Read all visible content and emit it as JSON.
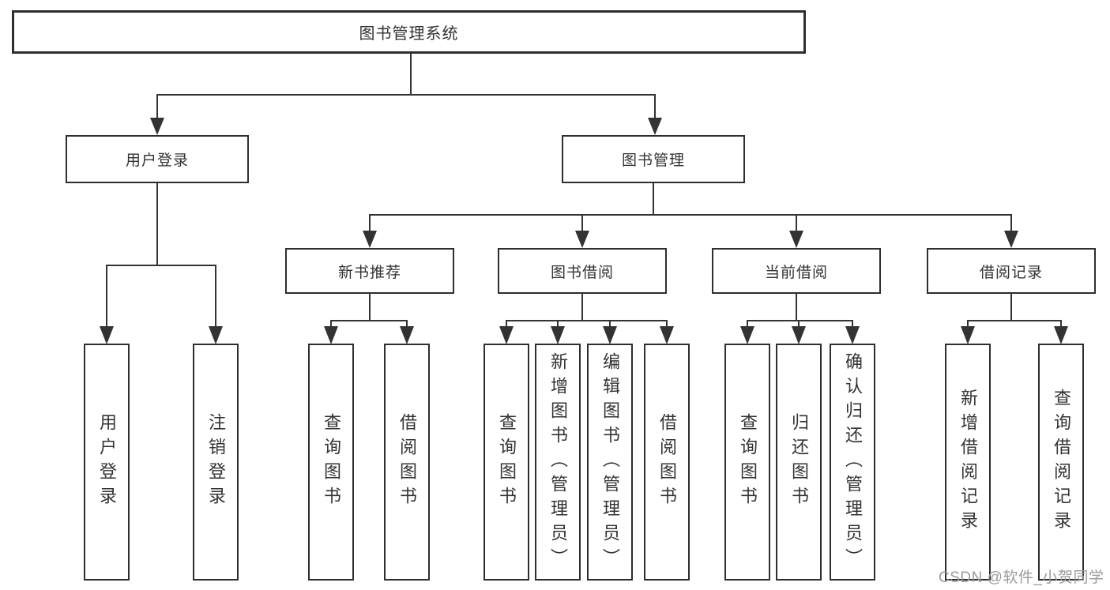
{
  "diagram": {
    "root_label": "图书管理系统",
    "branches": [
      {
        "label": "用户登录",
        "children": [
          {
            "label": "用户登录"
          },
          {
            "label": "注销登录"
          }
        ]
      },
      {
        "label": "图书管理",
        "sections": [
          {
            "label": "新书推荐",
            "children": [
              {
                "label": "查询图书"
              },
              {
                "label": "借阅图书"
              }
            ]
          },
          {
            "label": "图书借阅",
            "children": [
              {
                "label": "查询图书"
              },
              {
                "label": "新增图书（管理员）"
              },
              {
                "label": "编辑图书（管理员）"
              },
              {
                "label": "借阅图书"
              }
            ]
          },
          {
            "label": "当前借阅",
            "children": [
              {
                "label": "查询图书"
              },
              {
                "label": "归还图书"
              },
              {
                "label": "确认归还（管理员）"
              }
            ]
          },
          {
            "label": "借阅记录",
            "children": [
              {
                "label": "新增借阅记录"
              },
              {
                "label": "查询借阅记录"
              }
            ]
          }
        ]
      }
    ]
  },
  "watermark": {
    "text": "CSDN @软件_小贺同学"
  },
  "colors": {
    "line": "#333333",
    "box_border": "#2e2e2e",
    "box_fill": "#ffffff",
    "text": "#333333",
    "watermark": "#9b9b9b",
    "background": "#ffffff"
  }
}
